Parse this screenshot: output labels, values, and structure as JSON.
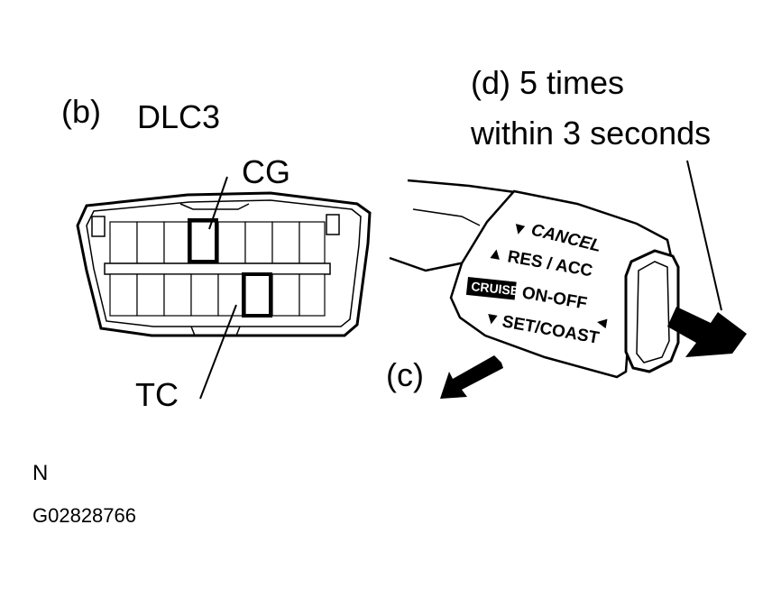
{
  "labels": {
    "b": "(b)",
    "dlc3": "DLC3",
    "cg": "CG",
    "tc": "TC",
    "c": "(c)",
    "d_line1": "(d) 5 times",
    "d_line2": "within 3 seconds"
  },
  "lever": {
    "cancel": "CANCEL",
    "res_acc": "RES / ACC",
    "cruise": "CRUISE",
    "on_off": "ON-OFF",
    "set_coast": "SET/COAST"
  },
  "footer": {
    "letter": "N",
    "code": "G02828766"
  },
  "colors": {
    "ink": "#000000",
    "paper": "#ffffff"
  }
}
